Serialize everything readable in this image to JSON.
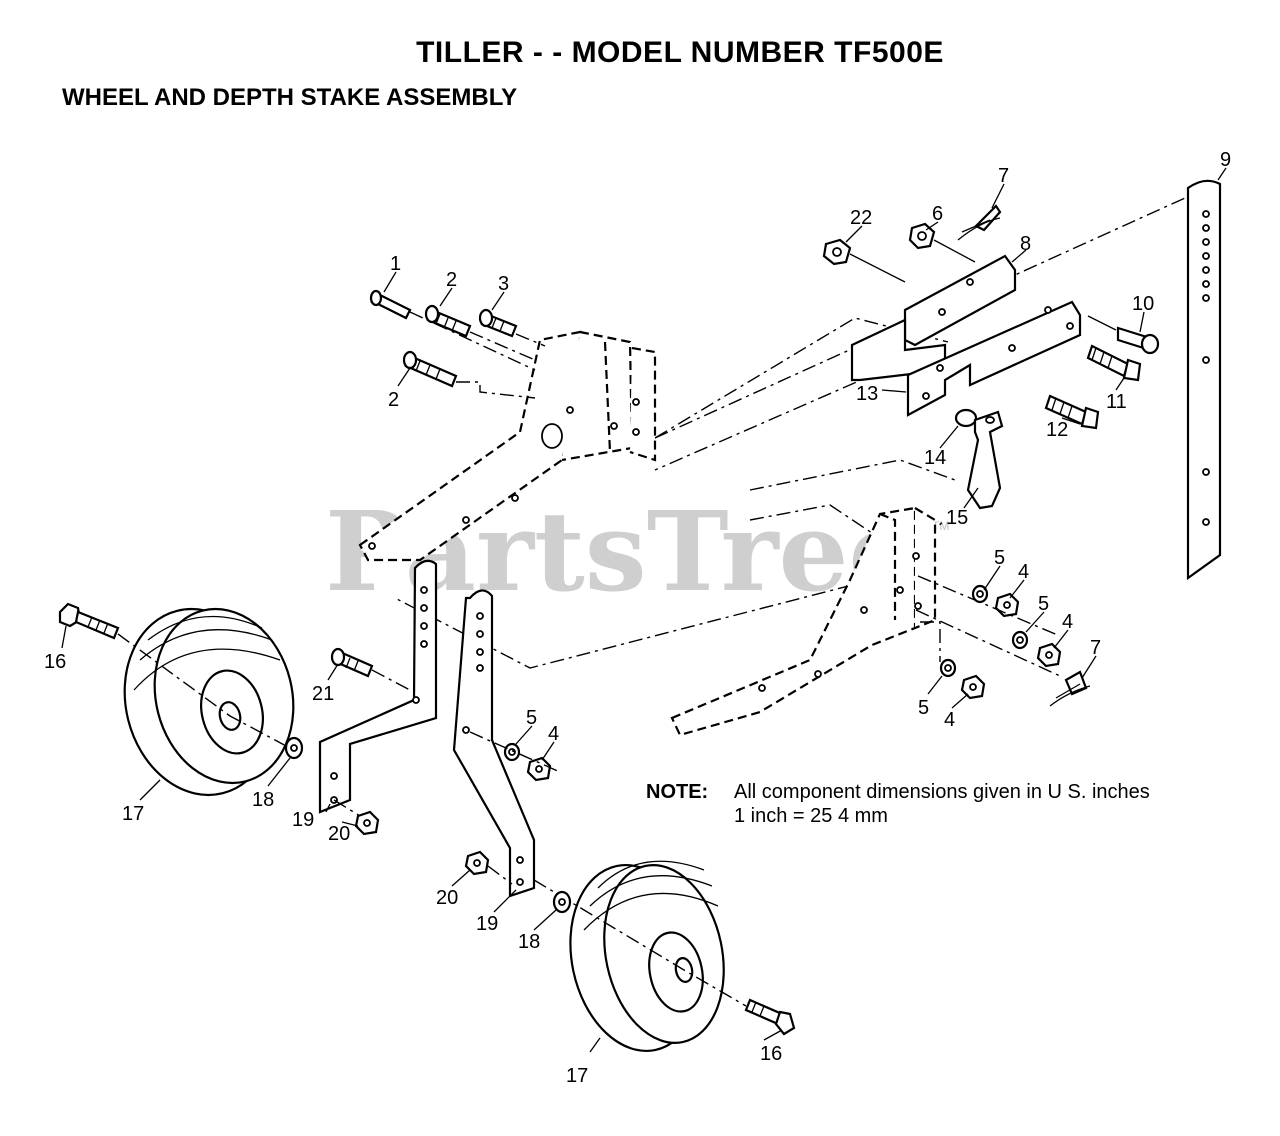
{
  "title": "TILLER - - MODEL NUMBER TF500E",
  "subtitle": "WHEEL AND DEPTH STAKE ASSEMBLY",
  "watermark": "PartsTree",
  "watermark_tm": "TM",
  "note": {
    "label": "NOTE:",
    "line1": "All component dimensions given in U S. inches",
    "line2": "1 inch = 25 4 mm"
  },
  "callouts": {
    "c1": "1",
    "c2a": "2",
    "c2b": "2",
    "c3": "3",
    "c4a": "4",
    "c4b": "4",
    "c4c": "4",
    "c4d": "4",
    "c5a": "5",
    "c5b": "5",
    "c5c": "5",
    "c5d": "5",
    "c6": "6",
    "c7a": "7",
    "c7b": "7",
    "c8": "8",
    "c9": "9",
    "c10": "10",
    "c11": "11",
    "c12": "12",
    "c13": "13",
    "c14": "14",
    "c15": "15",
    "c16a": "16",
    "c16b": "16",
    "c17a": "17",
    "c17b": "17",
    "c18a": "18",
    "c18b": "18",
    "c19a": "19",
    "c19b": "19",
    "c20a": "20",
    "c20b": "20",
    "c21": "21",
    "c22": "22"
  }
}
